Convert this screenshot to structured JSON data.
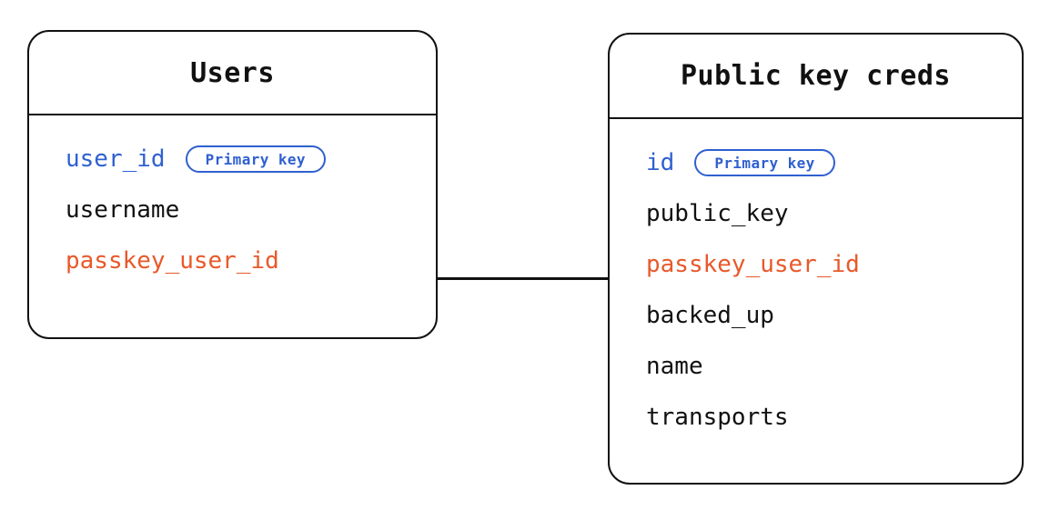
{
  "diagram": {
    "type": "entity-relationship-diagram",
    "background_color": "#ffffff",
    "colors": {
      "primary_key": "#3060d0",
      "foreign_key": "#e8592a",
      "text": "#111111",
      "border": "#111111"
    },
    "entities": [
      {
        "id": "users",
        "title": "Users",
        "fields": [
          {
            "name": "user_id",
            "role": "pk",
            "badge": "Primary key"
          },
          {
            "name": "username",
            "role": "plain",
            "badge": null
          },
          {
            "name": "passkey_user_id",
            "role": "fk",
            "badge": null
          }
        ]
      },
      {
        "id": "public-key-creds",
        "title": "Public key creds",
        "fields": [
          {
            "name": "id",
            "role": "pk",
            "badge": "Primary key"
          },
          {
            "name": "public_key",
            "role": "plain",
            "badge": null
          },
          {
            "name": "passkey_user_id",
            "role": "fk",
            "badge": null
          },
          {
            "name": "backed_up",
            "role": "plain",
            "badge": null
          },
          {
            "name": "name",
            "role": "plain",
            "badge": null
          },
          {
            "name": "transports",
            "role": "plain",
            "badge": null
          }
        ]
      }
    ],
    "relationships": [
      {
        "id": "users-to-public-key-creds",
        "from_entity": "users",
        "from_field": "passkey_user_id",
        "to_entity": "public-key-creds",
        "to_field": "passkey_user_id",
        "style": "solid-line"
      }
    ]
  }
}
